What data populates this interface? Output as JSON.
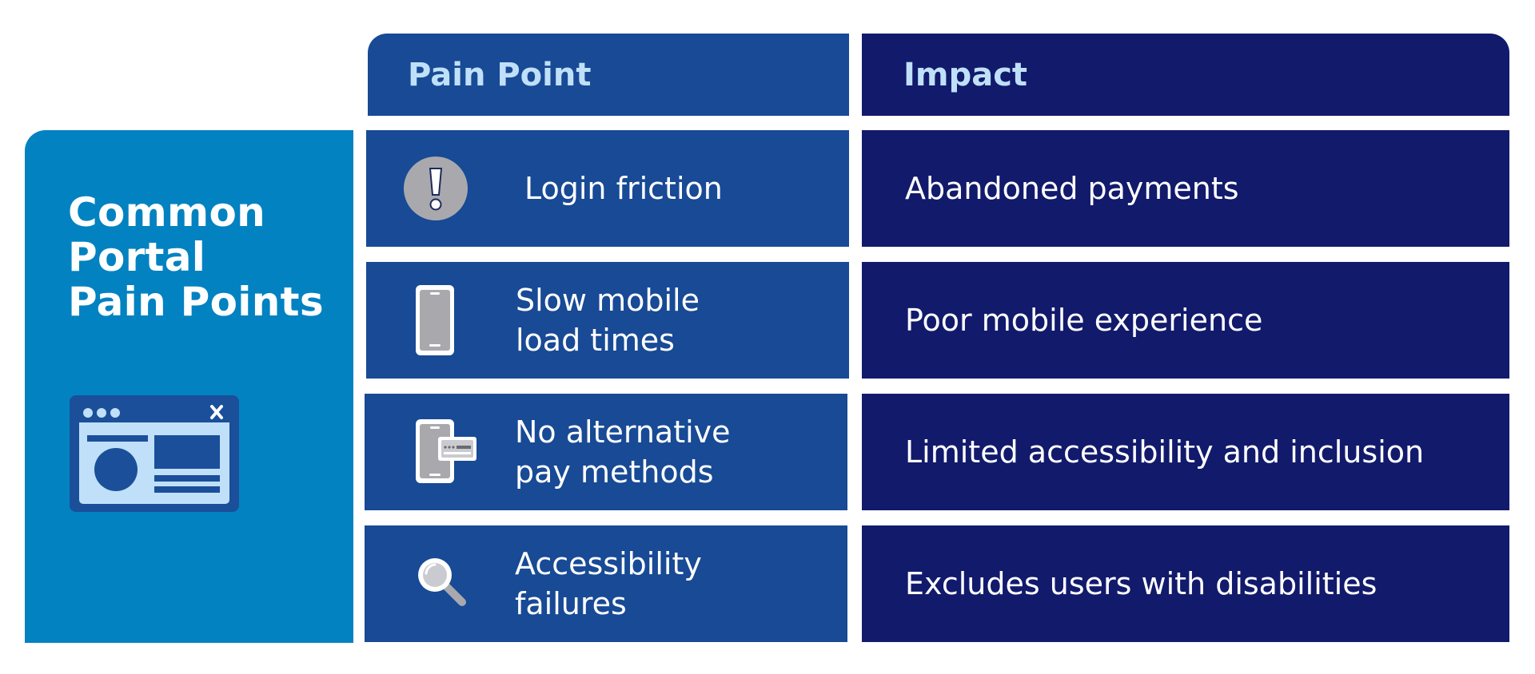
{
  "sidebar": {
    "title_lines": [
      "Common",
      "Portal",
      "Pain Points"
    ],
    "icon": "browser-window-icon"
  },
  "header": {
    "pain_point": "Pain Point",
    "impact": "Impact"
  },
  "rows": [
    {
      "icon": "exclamation-icon",
      "pain_lines": [
        "Login friction"
      ],
      "impact": "Abandoned payments"
    },
    {
      "icon": "smartphone-icon",
      "pain_lines": [
        "Slow mobile",
        "load times"
      ],
      "impact": "Poor mobile experience"
    },
    {
      "icon": "phone-card-icon",
      "pain_lines": [
        "No alternative",
        "pay methods"
      ],
      "impact": "Limited accessibility and inclusion"
    },
    {
      "icon": "magnifier-icon",
      "pain_lines": [
        "Accessibility",
        "failures"
      ],
      "impact": "Excludes users with disabilities"
    }
  ],
  "colors": {
    "sidebar_bg": "#0382c1",
    "pain_bg": "#184a95",
    "impact_bg": "#121a6c",
    "header_text": "#bfe0f8",
    "icon_gray": "#a9a9ad"
  }
}
